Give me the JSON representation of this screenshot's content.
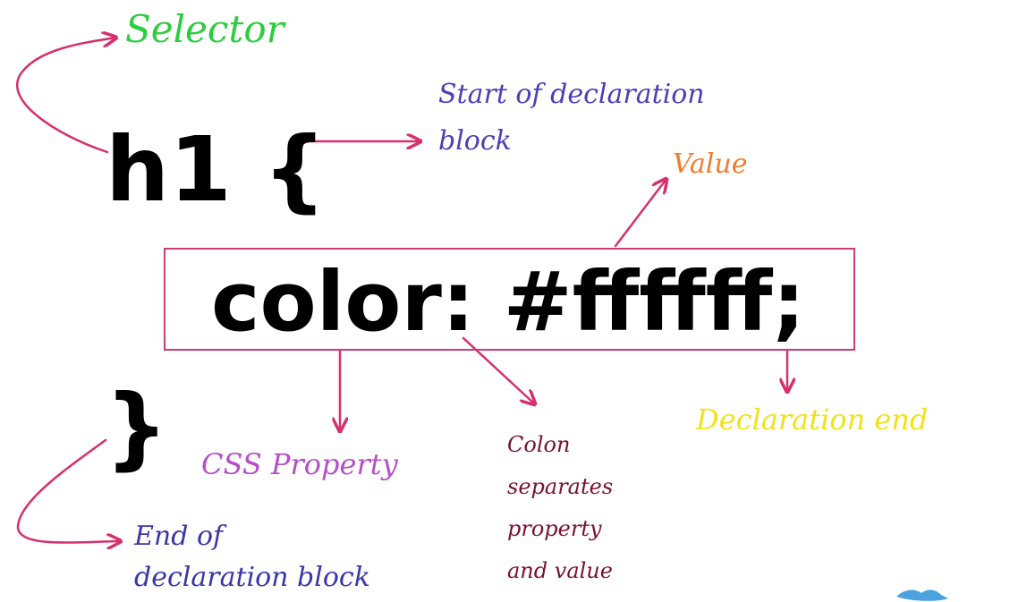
{
  "code": {
    "selector": "h1 {",
    "declaration": "color: #ffffff;",
    "closing_brace": "}"
  },
  "labels": {
    "selector": "Selector",
    "start_block_line1": "Start of declaration",
    "start_block_line2": "block",
    "value": "Value",
    "css_property": "CSS Property",
    "colon_line1": "Colon",
    "colon_line2": "separates",
    "colon_line3": "property",
    "colon_line4": "and value",
    "declaration_end": "Declaration end",
    "end_block_line1": "End of",
    "end_block_line2": "declaration block"
  },
  "colors": {
    "arrow": "#d6306e",
    "selector": "#2ecc40",
    "start_block": "#4a3fb8",
    "value": "#f47a2a",
    "css_property": "#b44fc8",
    "colon": "#7a1030",
    "declaration_end": "#f2e21a",
    "end_block": "#3a36a8"
  },
  "icons": [
    "twitter-bird-icon"
  ]
}
